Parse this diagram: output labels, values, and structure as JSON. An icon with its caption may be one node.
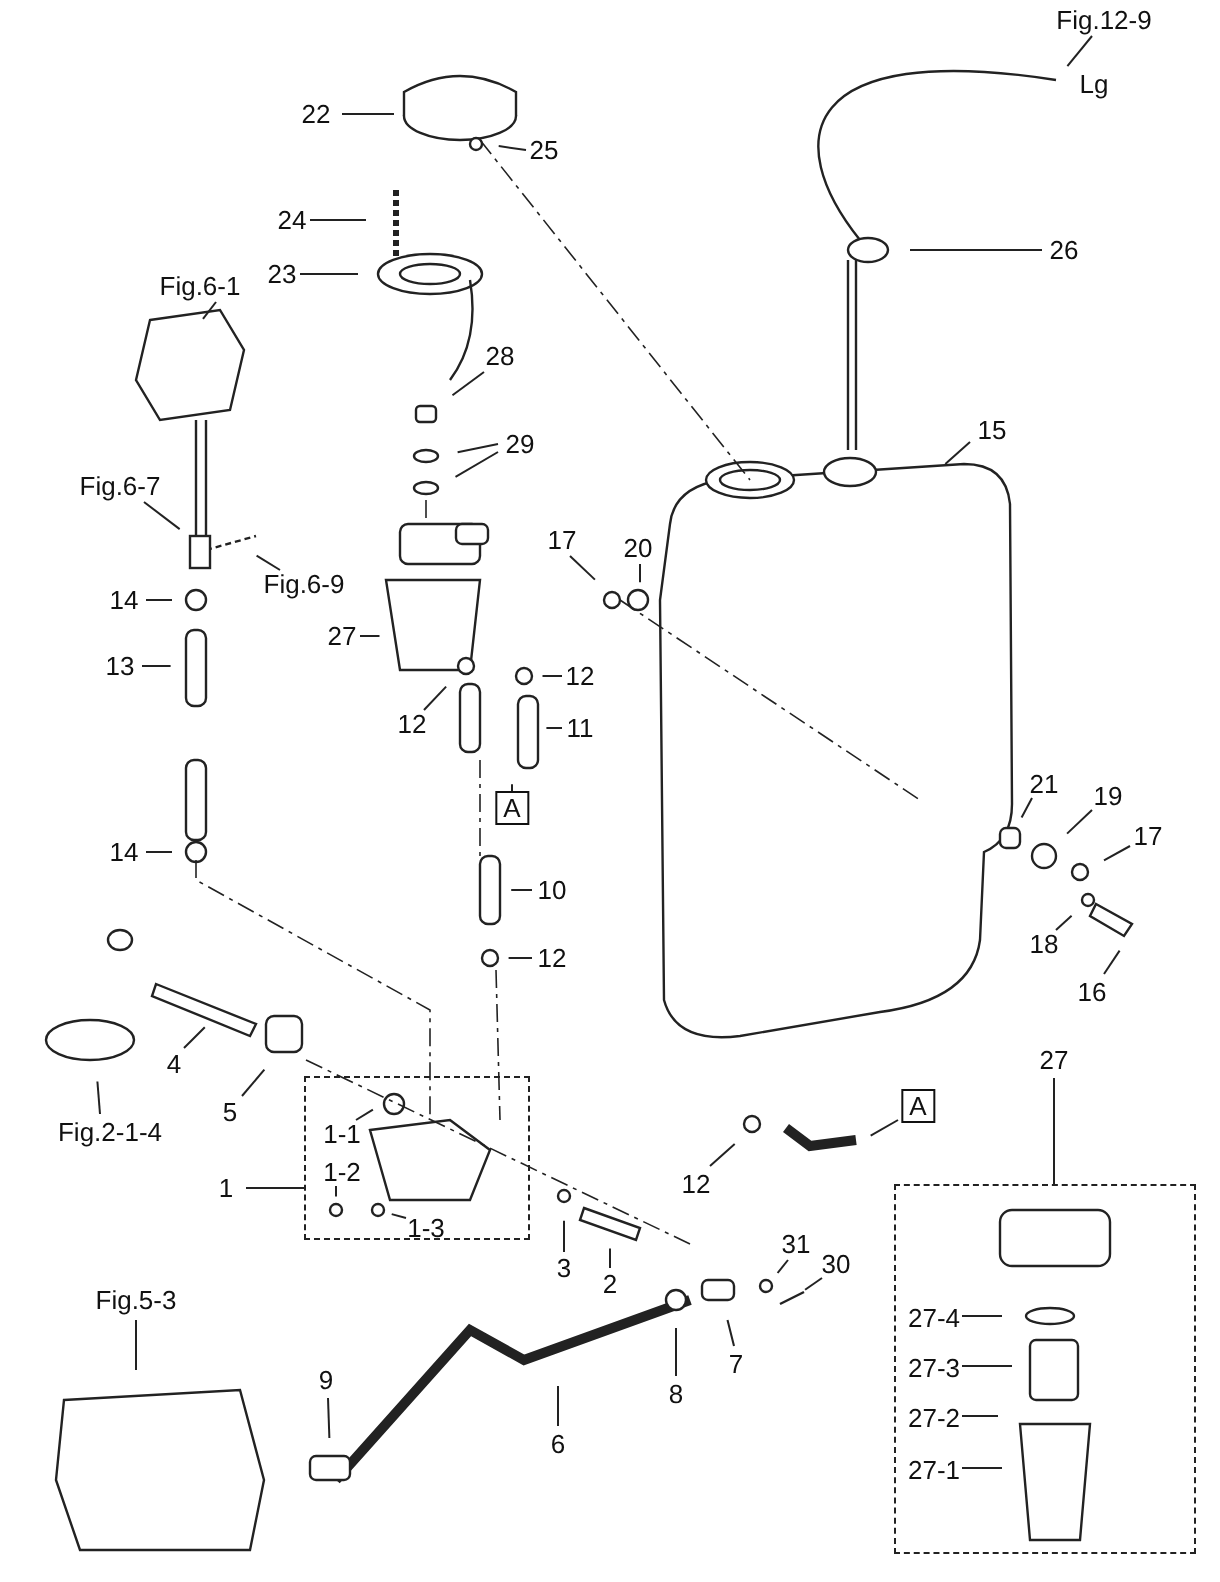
{
  "diagram": {
    "nodes": [
      {
        "text": [
          "Fig.12-9"
        ]
      },
      {
        "text": [
          "22"
        ]
      },
      {
        "text": [
          "25"
        ]
      },
      {
        "text": [
          "24"
        ]
      },
      {
        "text": [
          "26"
        ]
      },
      {
        "text": [
          "23"
        ]
      },
      {
        "text": [
          "Fig.6-1"
        ]
      },
      {
        "text": [
          "28"
        ]
      },
      {
        "text": [
          "15"
        ]
      },
      {
        "text": [
          "29"
        ]
      },
      {
        "text": [
          "Fig.6-7"
        ]
      },
      {
        "text": [
          "20"
        ]
      },
      {
        "text": [
          "17"
        ]
      },
      {
        "text": [
          "Fig.6-9"
        ]
      },
      {
        "text": [
          "14"
        ]
      },
      {
        "text": [
          "27"
        ]
      },
      {
        "text": [
          "13"
        ]
      },
      {
        "text": [
          "12"
        ]
      },
      {
        "text": [
          "12"
        ]
      },
      {
        "text": [
          "11"
        ]
      },
      {
        "text": [
          "21"
        ]
      },
      {
        "text": [
          "A"
        ]
      },
      {
        "text": [
          "19"
        ]
      },
      {
        "text": [
          "17"
        ]
      },
      {
        "text": [
          "14"
        ]
      },
      {
        "text": [
          "10"
        ]
      },
      {
        "text": [
          "18"
        ]
      },
      {
        "text": [
          "12"
        ]
      },
      {
        "text": [
          "16"
        ]
      },
      {
        "text": [
          "4"
        ]
      },
      {
        "text": [
          "27"
        ]
      },
      {
        "text": [
          "A"
        ]
      },
      {
        "text": [
          "5"
        ]
      },
      {
        "text": [
          "Fig.2-1-4"
        ]
      },
      {
        "text": [],
        "shape": "box"
      },
      {
        "text": [
          "1-1"
        ],
        "in": 34
      },
      {
        "text": [
          "1-2"
        ],
        "in": 34
      },
      {
        "text": [
          "1-3"
        ],
        "in": 34
      },
      {
        "text": [
          "12"
        ]
      },
      {
        "text": [
          "1"
        ]
      },
      {
        "text": [],
        "shape": "box"
      },
      {
        "text": [
          "27-4"
        ],
        "in": 40
      },
      {
        "text": [
          "27-3"
        ],
        "in": 40
      },
      {
        "text": [
          "27-2"
        ],
        "in": 40
      },
      {
        "text": [
          "27-1"
        ],
        "in": 40
      },
      {
        "text": [
          "31"
        ]
      },
      {
        "text": [
          "30"
        ]
      },
      {
        "text": [
          "3"
        ]
      },
      {
        "text": [
          "2"
        ]
      },
      {
        "text": [
          "Fig.5-3"
        ]
      },
      {
        "text": [
          "7"
        ]
      },
      {
        "text": [
          "9"
        ]
      },
      {
        "text": [
          "8"
        ]
      },
      {
        "text": [
          "6"
        ]
      }
    ],
    "edges": [
      {
        "from": 0,
        "to": null,
        "arrow": "none"
      },
      {
        "from": 1,
        "to": null,
        "arrow": "none"
      },
      {
        "from": 2,
        "to": null,
        "arrow": "none"
      },
      {
        "from": 3,
        "to": null,
        "arrow": "none"
      },
      {
        "from": 4,
        "to": null,
        "arrow": "none"
      },
      {
        "from": 5,
        "to": null,
        "arrow": "none"
      },
      {
        "from": 6,
        "to": null,
        "arrow": "none"
      },
      {
        "from": 7,
        "to": null,
        "arrow": "none"
      },
      {
        "from": 8,
        "to": null,
        "arrow": "none"
      },
      {
        "from": 9,
        "to": null,
        "arrow": "none"
      },
      {
        "from": 9,
        "to": null,
        "arrow": "none"
      },
      {
        "from": 10,
        "to": null,
        "arrow": "none"
      },
      {
        "from": 11,
        "to": null,
        "arrow": "none"
      },
      {
        "from": 12,
        "to": null,
        "arrow": "none"
      },
      {
        "from": 13,
        "to": null,
        "arrow": "none"
      },
      {
        "from": 14,
        "to": null,
        "arrow": "none"
      },
      {
        "from": 15,
        "to": null,
        "arrow": "none"
      },
      {
        "from": 16,
        "to": null,
        "arrow": "none"
      },
      {
        "from": 17,
        "to": null,
        "arrow": "none"
      },
      {
        "from": 18,
        "to": null,
        "arrow": "none"
      },
      {
        "from": 19,
        "to": null,
        "arrow": "none"
      },
      {
        "from": 20,
        "to": null,
        "arrow": "none"
      },
      {
        "from": 21,
        "to": null,
        "arrow": "none"
      },
      {
        "from": 22,
        "to": null,
        "arrow": "none"
      },
      {
        "from": 23,
        "to": null,
        "arrow": "none"
      },
      {
        "from": 24,
        "to": null,
        "arrow": "none"
      },
      {
        "from": 25,
        "to": null,
        "arrow": "none"
      },
      {
        "from": 26,
        "to": null,
        "arrow": "none"
      },
      {
        "from": 27,
        "to": null,
        "arrow": "none"
      },
      {
        "from": 28,
        "to": null,
        "arrow": "none"
      },
      {
        "from": 29,
        "to": null,
        "arrow": "none"
      },
      {
        "from": 30,
        "to": 40,
        "arrow": "none"
      },
      {
        "from": 31,
        "to": null,
        "arrow": "none"
      },
      {
        "from": 32,
        "to": null,
        "arrow": "none"
      },
      {
        "from": 33,
        "to": null,
        "arrow": "none"
      },
      {
        "from": 35,
        "to": null,
        "arrow": "none"
      },
      {
        "from": 36,
        "to": null,
        "arrow": "none"
      },
      {
        "from": 37,
        "to": null,
        "arrow": "none"
      },
      {
        "from": 38,
        "to": null,
        "arrow": "none"
      },
      {
        "from": 39,
        "to": 34,
        "arrow": "none"
      },
      {
        "from": 41,
        "to": null,
        "arrow": "none"
      },
      {
        "from": 42,
        "to": null,
        "arrow": "none"
      },
      {
        "from": 43,
        "to": null,
        "arrow": "none"
      },
      {
        "from": 44,
        "to": null,
        "arrow": "none"
      },
      {
        "from": 45,
        "to": null,
        "arrow": "none"
      },
      {
        "from": 46,
        "to": null,
        "arrow": "none"
      },
      {
        "from": 47,
        "to": null,
        "arrow": "none"
      },
      {
        "from": 48,
        "to": null,
        "arrow": "none"
      },
      {
        "from": 49,
        "to": null,
        "arrow": "none"
      },
      {
        "from": 50,
        "to": null,
        "arrow": "none"
      },
      {
        "from": 51,
        "to": null,
        "arrow": "none"
      },
      {
        "from": 52,
        "to": null,
        "arrow": "none"
      },
      {
        "from": 53,
        "to": null,
        "arrow": "none"
      }
    ],
    "labels": [
      "Lg"
    ]
  }
}
